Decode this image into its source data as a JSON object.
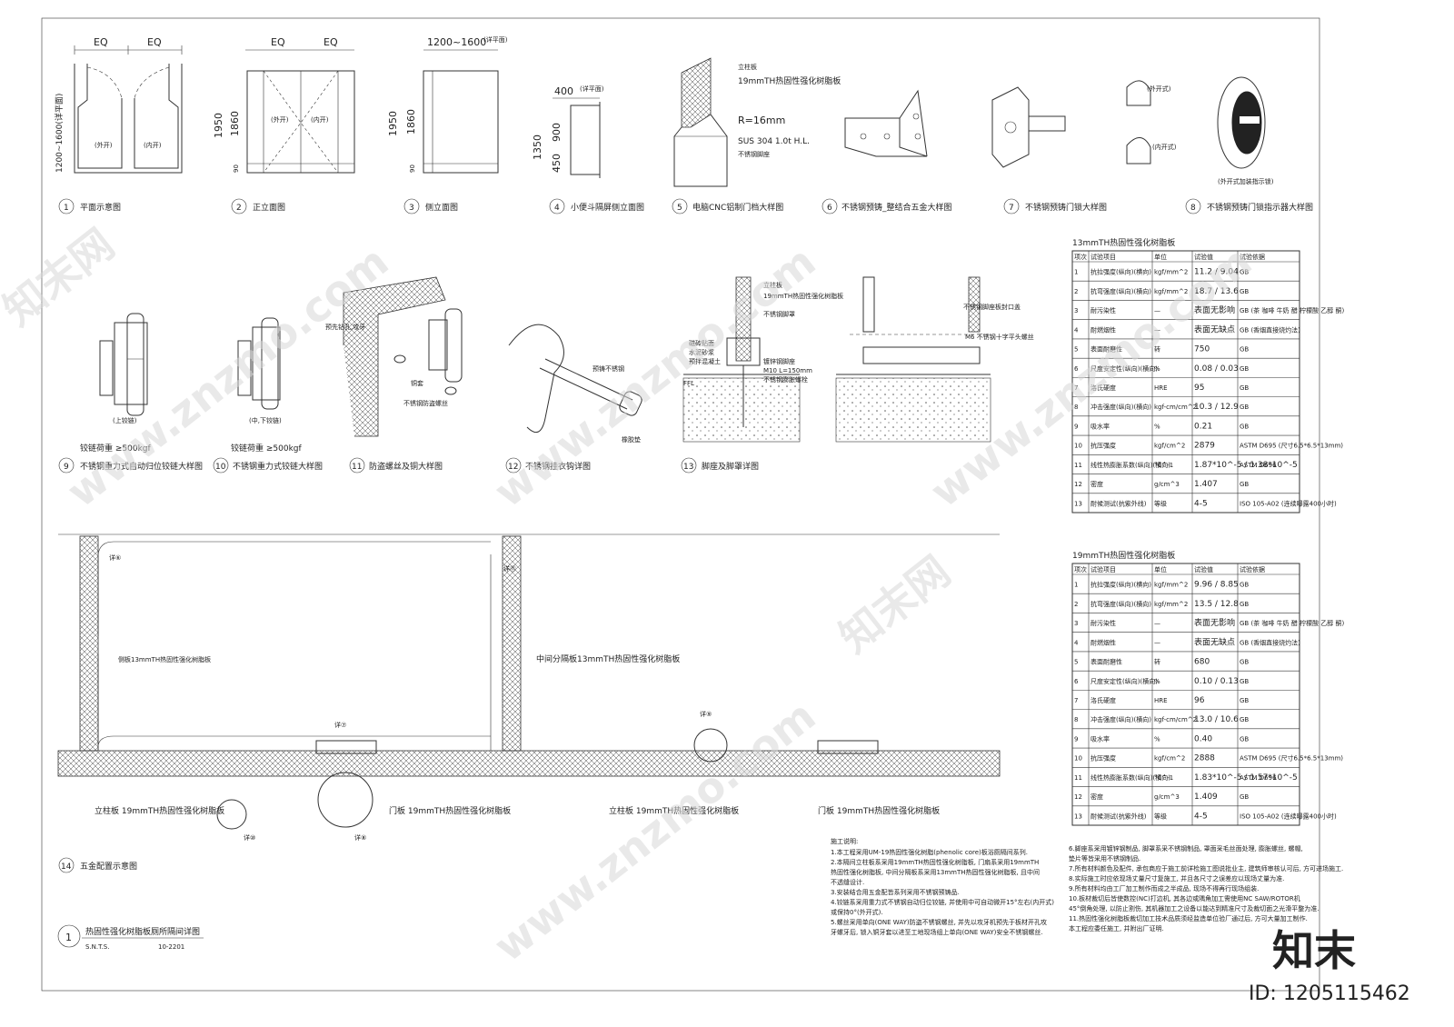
{
  "views": {
    "v1": {
      "num": "1",
      "title": "平面示意图",
      "dims": [
        "EQ",
        "EQ",
        "1200~1600(详平面)"
      ],
      "labels": [
        "(外开)",
        "(内开)"
      ]
    },
    "v2": {
      "num": "2",
      "title": "正立面图",
      "dims": [
        "EQ",
        "EQ",
        "1950",
        "1860",
        "90"
      ],
      "labels": [
        "(外开)",
        "(内开)"
      ]
    },
    "v3": {
      "num": "3",
      "title": "侧立面图",
      "dims": [
        "1200~1600",
        "(详平面)",
        "1950",
        "1860",
        "90"
      ]
    },
    "v4": {
      "num": "4",
      "title": "小便斗隔屏侧立面图",
      "dims": [
        "400",
        "(详平面)",
        "1350",
        "900",
        "450"
      ]
    },
    "v5": {
      "num": "5",
      "title": "电脑CNC铝制门档大样图",
      "labels": [
        "立柱板",
        "19mmTH热固性强化树脂板",
        "R=16mm",
        "SUS 304 1.0t H.L.",
        "不锈钢脚座"
      ]
    },
    "v6": {
      "num": "6",
      "title": "不锈钢预铸_整结合五金大样图"
    },
    "v7": {
      "num": "7",
      "title": "不锈钢预铸门锁大样图"
    },
    "v8": {
      "num": "8",
      "title": "不锈钢预铸门锁指示器大样图",
      "labels": [
        "(外开式)",
        "(内开式)",
        "(外开式加装指示锁)"
      ]
    },
    "v9": {
      "num": "9",
      "title": "不锈钢重力式自动归位铰链大样图",
      "labels": [
        "(上铰链)",
        "铰链荷重 ≥500kgf"
      ]
    },
    "v10": {
      "num": "10",
      "title": "不锈钢重力式铰链大样图",
      "labels": [
        "(中,下铰链)",
        "铰链荷重 ≥500kgf"
      ]
    },
    "v11": {
      "num": "11",
      "title": "防盗螺丝及铜大样图",
      "labels": [
        "预先钻孔,攻牙",
        "铜套",
        "不锈钢防盗螺丝"
      ]
    },
    "v12": {
      "num": "12",
      "title": "不锈钢挂衣钩详图",
      "labels": [
        "预铸不锈钢",
        "橡胶垫"
      ]
    },
    "v13": {
      "num": "13",
      "title": "脚座及脚罩详图",
      "labels": [
        "立柱板",
        "19mmTH热固性强化树脂板",
        "不锈钢脚罩",
        "磁砖贴面",
        "水泥砂浆",
        "预拌混凝土",
        "镀锌钢脚座",
        "M10 L=150mm",
        "不锈钢膨胀螺栓",
        "FFL",
        "M6 不锈钢十字平头螺丝",
        "不锈钢脚座板封口盖"
      ]
    },
    "v14": {
      "num": "14",
      "title": "五金配置示意图"
    },
    "main": {
      "num": "1",
      "title": "热固性强化树脂板厕所隔间详图",
      "scale": "S.N.T.S.",
      "code": "10-2201"
    }
  },
  "plan_labels": {
    "side_panel": "侧板13mmTH热固性强化树脂板",
    "mid_panel": "中间分隔板13mmTH热固性强化树脂板",
    "col1": "立柱板 19mmTH热固性强化树脂板",
    "door1": "门板 19mmTH热固性强化树脂板",
    "col2": "立柱板 19mmTH热固性强化树脂板",
    "door2": "门板 19mmTH热固性强化树脂板",
    "refs": [
      "详⑥",
      "详⑦",
      "详⑧",
      "详⑨",
      "详⑩",
      "详⑪"
    ]
  },
  "tables": [
    {
      "title": "13mmTH热固性强化树脂板",
      "headers": [
        "项次",
        "试验项目",
        "单位",
        "试验值",
        "试验依据"
      ],
      "rows": [
        [
          "1",
          "抗拉强度(纵向)(横向)",
          "kgf/mm^2",
          "11.2 / 9.04",
          "GB"
        ],
        [
          "2",
          "抗弯强度(纵向)(横向)",
          "kgf/mm^2",
          "18.7 / 13.6",
          "GB"
        ],
        [
          "3",
          "耐污染性",
          "—",
          "表面无影响",
          "GB (茶 咖啡 牛奶 醋 柠檬酸 乙醇 酮)"
        ],
        [
          "4",
          "耐燃烟性",
          "—",
          "表面无缺点",
          "GB (香烟直接烧灼法)"
        ],
        [
          "5",
          "表面耐磨性",
          "转",
          "750",
          "GB"
        ],
        [
          "6",
          "尺度安定性(纵向)(横向)",
          "%",
          "0.08 / 0.03",
          "GB"
        ],
        [
          "7",
          "洛氏硬度",
          "HRE",
          "95",
          "GB"
        ],
        [
          "8",
          "冲击强度(纵向)(横向)",
          "kgf-cm/cm^2",
          "10.3 / 12.9",
          "GB"
        ],
        [
          "9",
          "吸水率",
          "%",
          "0.21",
          "GB"
        ],
        [
          "10",
          "抗压强度",
          "kgf/cm^2",
          "2879",
          "ASTM D695 (尺寸6.5*6.5*13mm)"
        ],
        [
          "11",
          "线性热膨胀系数(纵向)(横向)",
          "°C^-1",
          "1.87*10^-5 / 1.38*10^-5",
          "ASTM D696"
        ],
        [
          "12",
          "密度",
          "g/cm^3",
          "1.407",
          "GB"
        ],
        [
          "13",
          "耐候测试(抗紫外线)",
          "等级",
          "4-5",
          "ISO 105-A02 (连续曝露400小时)"
        ]
      ]
    },
    {
      "title": "19mmTH热固性强化树脂板",
      "headers": [
        "项次",
        "试验项目",
        "单位",
        "试验值",
        "试验依据"
      ],
      "rows": [
        [
          "1",
          "抗拉强度(纵向)(横向)",
          "kgf/mm^2",
          "9.96 / 8.85",
          "GB"
        ],
        [
          "2",
          "抗弯强度(纵向)(横向)",
          "kgf/mm^2",
          "13.5 / 12.8",
          "GB"
        ],
        [
          "3",
          "耐污染性",
          "—",
          "表面无影响",
          "GB (茶 咖啡 牛奶 醋 柠檬酸 乙醇 酮)"
        ],
        [
          "4",
          "耐燃烟性",
          "—",
          "表面无缺点",
          "GB (香烟直接烧灼法)"
        ],
        [
          "5",
          "表面耐磨性",
          "转",
          "680",
          "GB"
        ],
        [
          "6",
          "尺度安定性(纵向)(横向)",
          "%",
          "0.10 / 0.13",
          "GB"
        ],
        [
          "7",
          "洛氏硬度",
          "HRE",
          "96",
          "GB"
        ],
        [
          "8",
          "冲击强度(纵向)(横向)",
          "kgf-cm/cm^2",
          "13.0 / 10.6",
          "GB"
        ],
        [
          "9",
          "吸水率",
          "%",
          "0.40",
          "GB"
        ],
        [
          "10",
          "抗压强度",
          "kgf/cm^2",
          "2888",
          "ASTM D695 (尺寸6.5*6.5*13mm)"
        ],
        [
          "11",
          "线性热膨胀系数(纵向)(横向)",
          "°C^-1",
          "1.83*10^-5 / 1.57*10^-5",
          "ASTM D696"
        ],
        [
          "12",
          "密度",
          "g/cm^3",
          "1.409",
          "GB"
        ],
        [
          "13",
          "耐候测试(抗紫外线)",
          "等级",
          "4-5",
          "ISO 105-A02 (连续曝露400小时)"
        ]
      ]
    }
  ],
  "notes": {
    "heading": "施工说明:",
    "left": [
      "1.本工程采用UM-19热固性强化树脂(phenolic core)板浴厕隔间系列.",
      "2.本隔间立柱板系采用19mmTH热固性强化树脂板, 门扇系采用19mmTH",
      "  热固性强化树脂板, 中间分隔板系采用13mmTH热固性强化树脂板, 且中间",
      "  不透缝设计.",
      "3.安装结合用五金配皆系列采用不锈钢预铸品.",
      "4.铰链系采用重力式不锈钢自动归位铰链, 并使用中可自动微开15°左右(内开式)",
      "  或保持0°(外开式).",
      "5.螺丝采用单向(ONE WAY)防盗不锈钢螺丝, 并先以攻牙机预先于板材开孔攻",
      "  牙螺牙后, 锁入铜牙套以进至工地现场组上单向(ONE WAY)安全不锈钢螺丝."
    ],
    "right": [
      "6.脚座系采用镀锌钢制品, 脚罩系采不锈钢制品, 罩面采毛丝面处理, 膨胀螺丝, 螺帽,",
      "  垫片等皆采用不锈钢制品.",
      "7.所有材料颜色及配件, 承包商应于施工前详检施工图说批业主, 建筑师审核认可后, 方可进场施工.",
      "8.实际施工时应依现场丈量尺寸复施工, 并且各尺寸之误差应以现场丈量为准.",
      "9.所有材料均由工厂加工制作而成之半成品, 现场不得再行现场组装.",
      "10.板材裁切后皆使数控(NC)打边机, 其各边或隅角加工需使用NC SAW/ROTOR机",
      "   45°倒角处理, 以防止割伤, 其机器加工之设备以能达到精准尺寸及裁切面之光滑平整为准.",
      "11.热固性强化树脂板裁切加工技术品质须经监造单位验厂通过后, 方可大量加工制作.",
      "   本工程应委任施工, 并附出厂证明."
    ]
  },
  "watermark": {
    "site": "www.znzmo.com",
    "brand": "知末网",
    "logo": "知末",
    "id": "ID: 1205115462"
  }
}
